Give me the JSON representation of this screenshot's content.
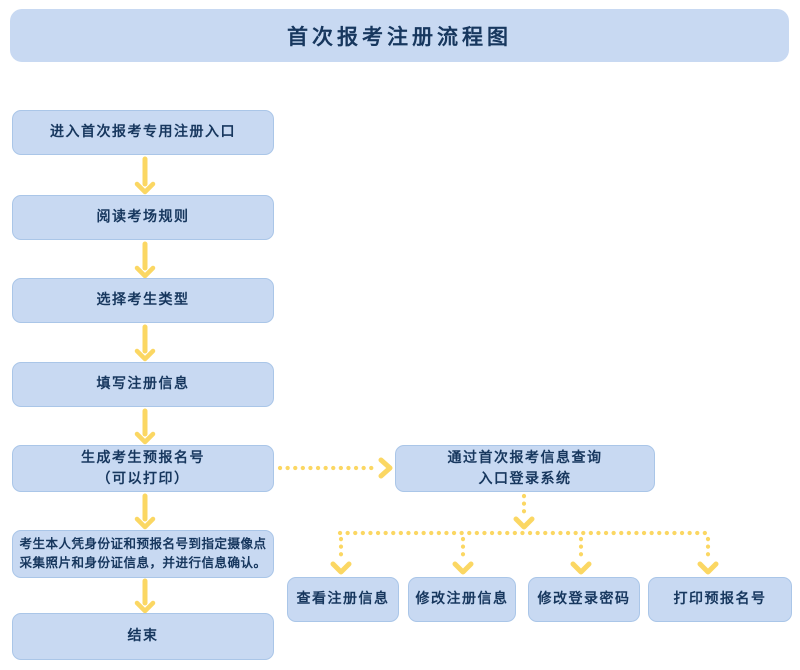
{
  "title": "首次报考注册流程图",
  "flow": {
    "steps": [
      {
        "label": "进入首次报考专用注册入口"
      },
      {
        "label": "阅读考场规则"
      },
      {
        "label": "选择考生类型"
      },
      {
        "label": "填写注册信息"
      },
      {
        "line1": "生成考生预报名号",
        "line2": "（可以打印）"
      },
      {
        "line1": "考生本人凭身份证和预报名号到指定摄像点",
        "line2": "采集照片和身份证信息，并进行信息确认。"
      },
      {
        "label": "结束"
      }
    ],
    "query_box": {
      "line1": "通过首次报考信息查询",
      "line2": "入口登录系统"
    },
    "actions": [
      "查看注册信息",
      "修改注册信息",
      "修改登录密码",
      "打印预报名号"
    ]
  },
  "colors": {
    "box_fill": "#c8d9f2",
    "box_border": "#aac6e8",
    "text": "#17375e",
    "arrow": "#fbd763"
  }
}
